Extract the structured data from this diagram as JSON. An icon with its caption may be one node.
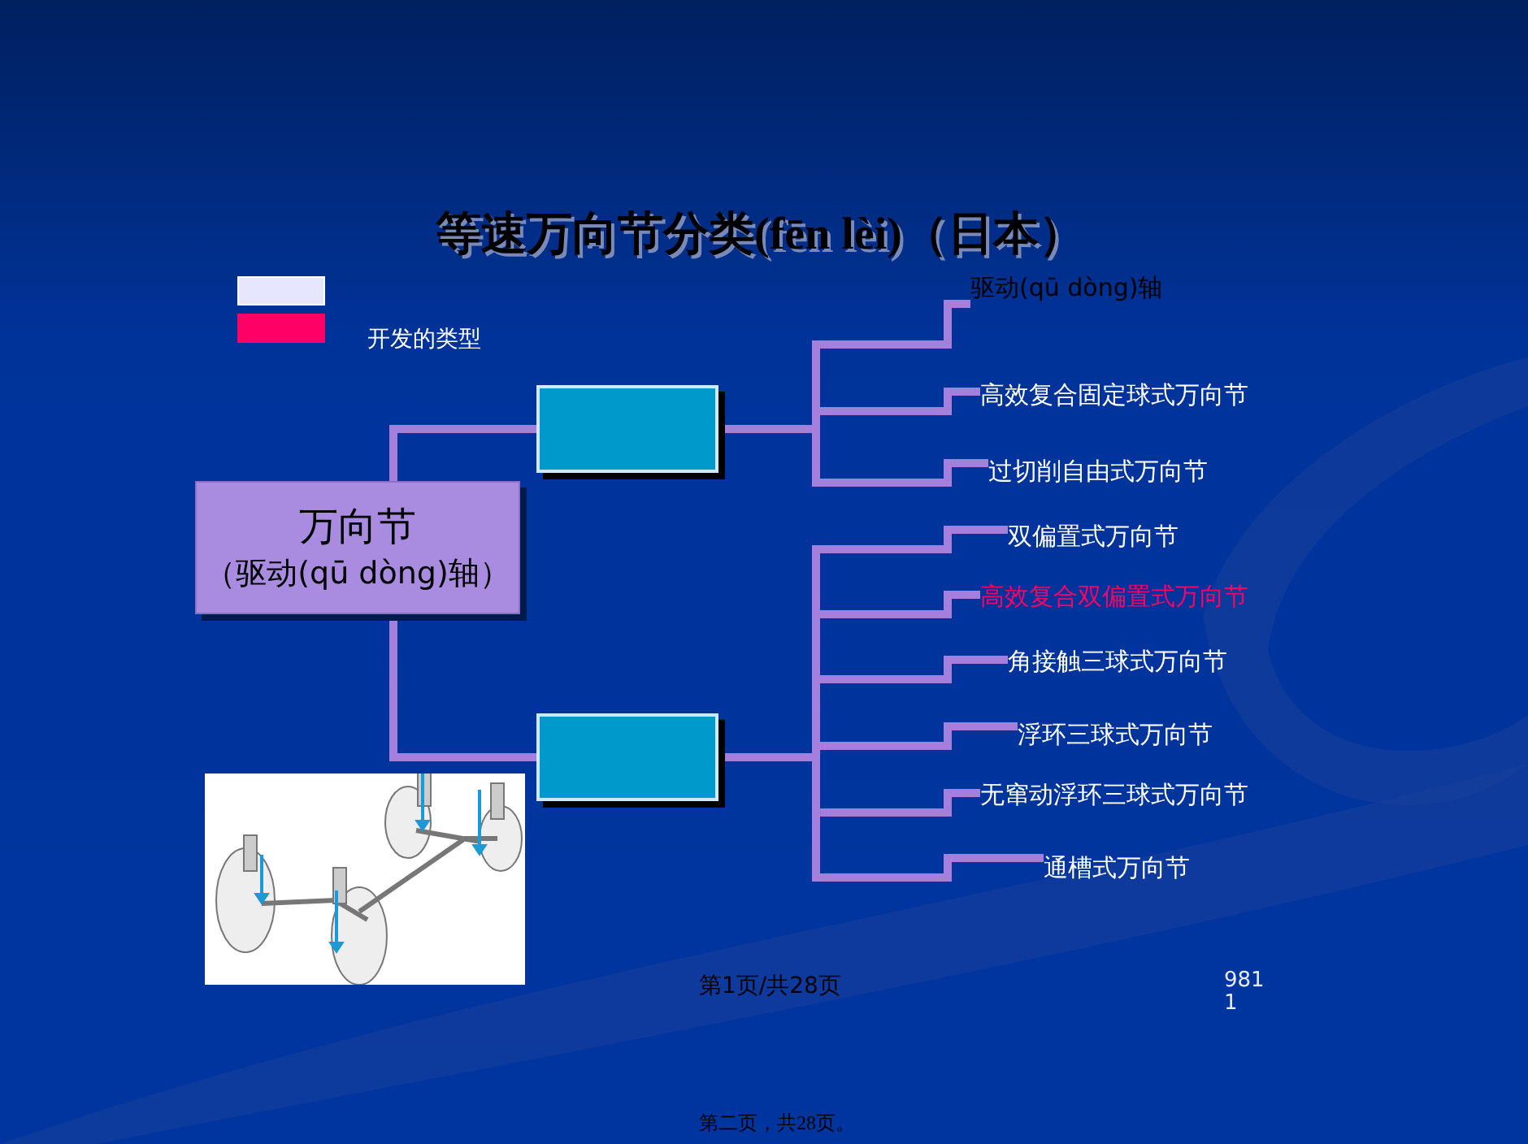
{
  "diagram": {
    "title": "等速万向节分类(fēn lèi)（日本）",
    "nodes": [
      {
        "text": [
          "万向节",
          "（驱动(qū dòng)轴）"
        ]
      },
      {
        "text": [],
        "shape": "box"
      },
      {
        "text": [
          "驱动(qū dòng)轴"
        ]
      },
      {
        "text": [
          "高效复合固定球式万向节"
        ]
      },
      {
        "text": [
          "过切削自由式万向节"
        ]
      },
      {
        "text": [],
        "shape": "box"
      },
      {
        "text": [
          "双偏置式万向节"
        ]
      },
      {
        "text": [
          "高效复合双偏置式万向节"
        ]
      },
      {
        "text": [
          "角接触三球式万向节"
        ]
      },
      {
        "text": [
          "浮环三球式万向节"
        ]
      },
      {
        "text": [
          "无窜动浮环三球式万向节"
        ]
      },
      {
        "text": [
          "通槽式万向节"
        ]
      }
    ],
    "edges": [
      {
        "from": 0,
        "to": 1,
        "arrow": "none"
      },
      {
        "from": 0,
        "to": 5,
        "arrow": "none"
      },
      {
        "from": 1,
        "to": 2,
        "arrow": "none"
      },
      {
        "from": 1,
        "to": 3,
        "arrow": "none"
      },
      {
        "from": 1,
        "to": 4,
        "arrow": "none"
      },
      {
        "from": 5,
        "to": 6,
        "arrow": "none"
      },
      {
        "from": 5,
        "to": 7,
        "arrow": "none"
      },
      {
        "from": 5,
        "to": 8,
        "arrow": "none"
      },
      {
        "from": 5,
        "to": 9,
        "arrow": "none"
      },
      {
        "from": 5,
        "to": 10,
        "arrow": "none"
      },
      {
        "from": 5,
        "to": 11,
        "arrow": "none"
      }
    ],
    "labels": [
      "第1页/共28页",
      "981 1",
      "第二页，共28页。"
    ],
    "legend": [
      {
        "text": "开发的类型",
        "color": "#ff0066"
      }
    ]
  }
}
